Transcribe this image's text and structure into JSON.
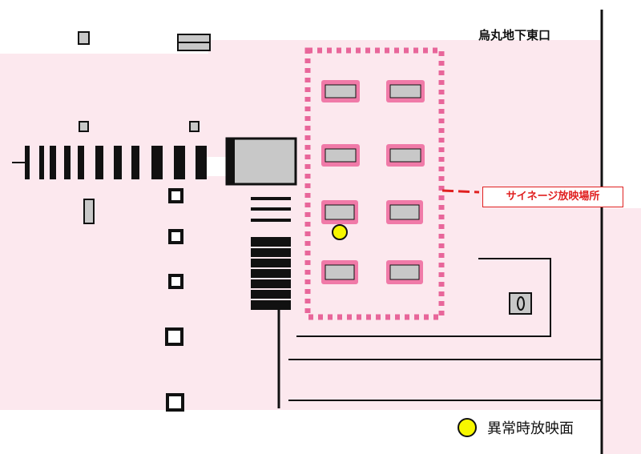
{
  "map": {
    "exit_label": "烏丸地下東口",
    "signage_label": "サイネージ放映場所",
    "legend": {
      "marker": "yellow-circle",
      "text": "異常時放映面"
    },
    "colors": {
      "floor": "#fce8ee",
      "signage_zone": "#e8669a",
      "signage_panel": "#f07aa8",
      "callout": "#e02020",
      "marker": "#f7f700",
      "wall": "#111111",
      "fixture_fill": "#c8c8c8"
    }
  }
}
